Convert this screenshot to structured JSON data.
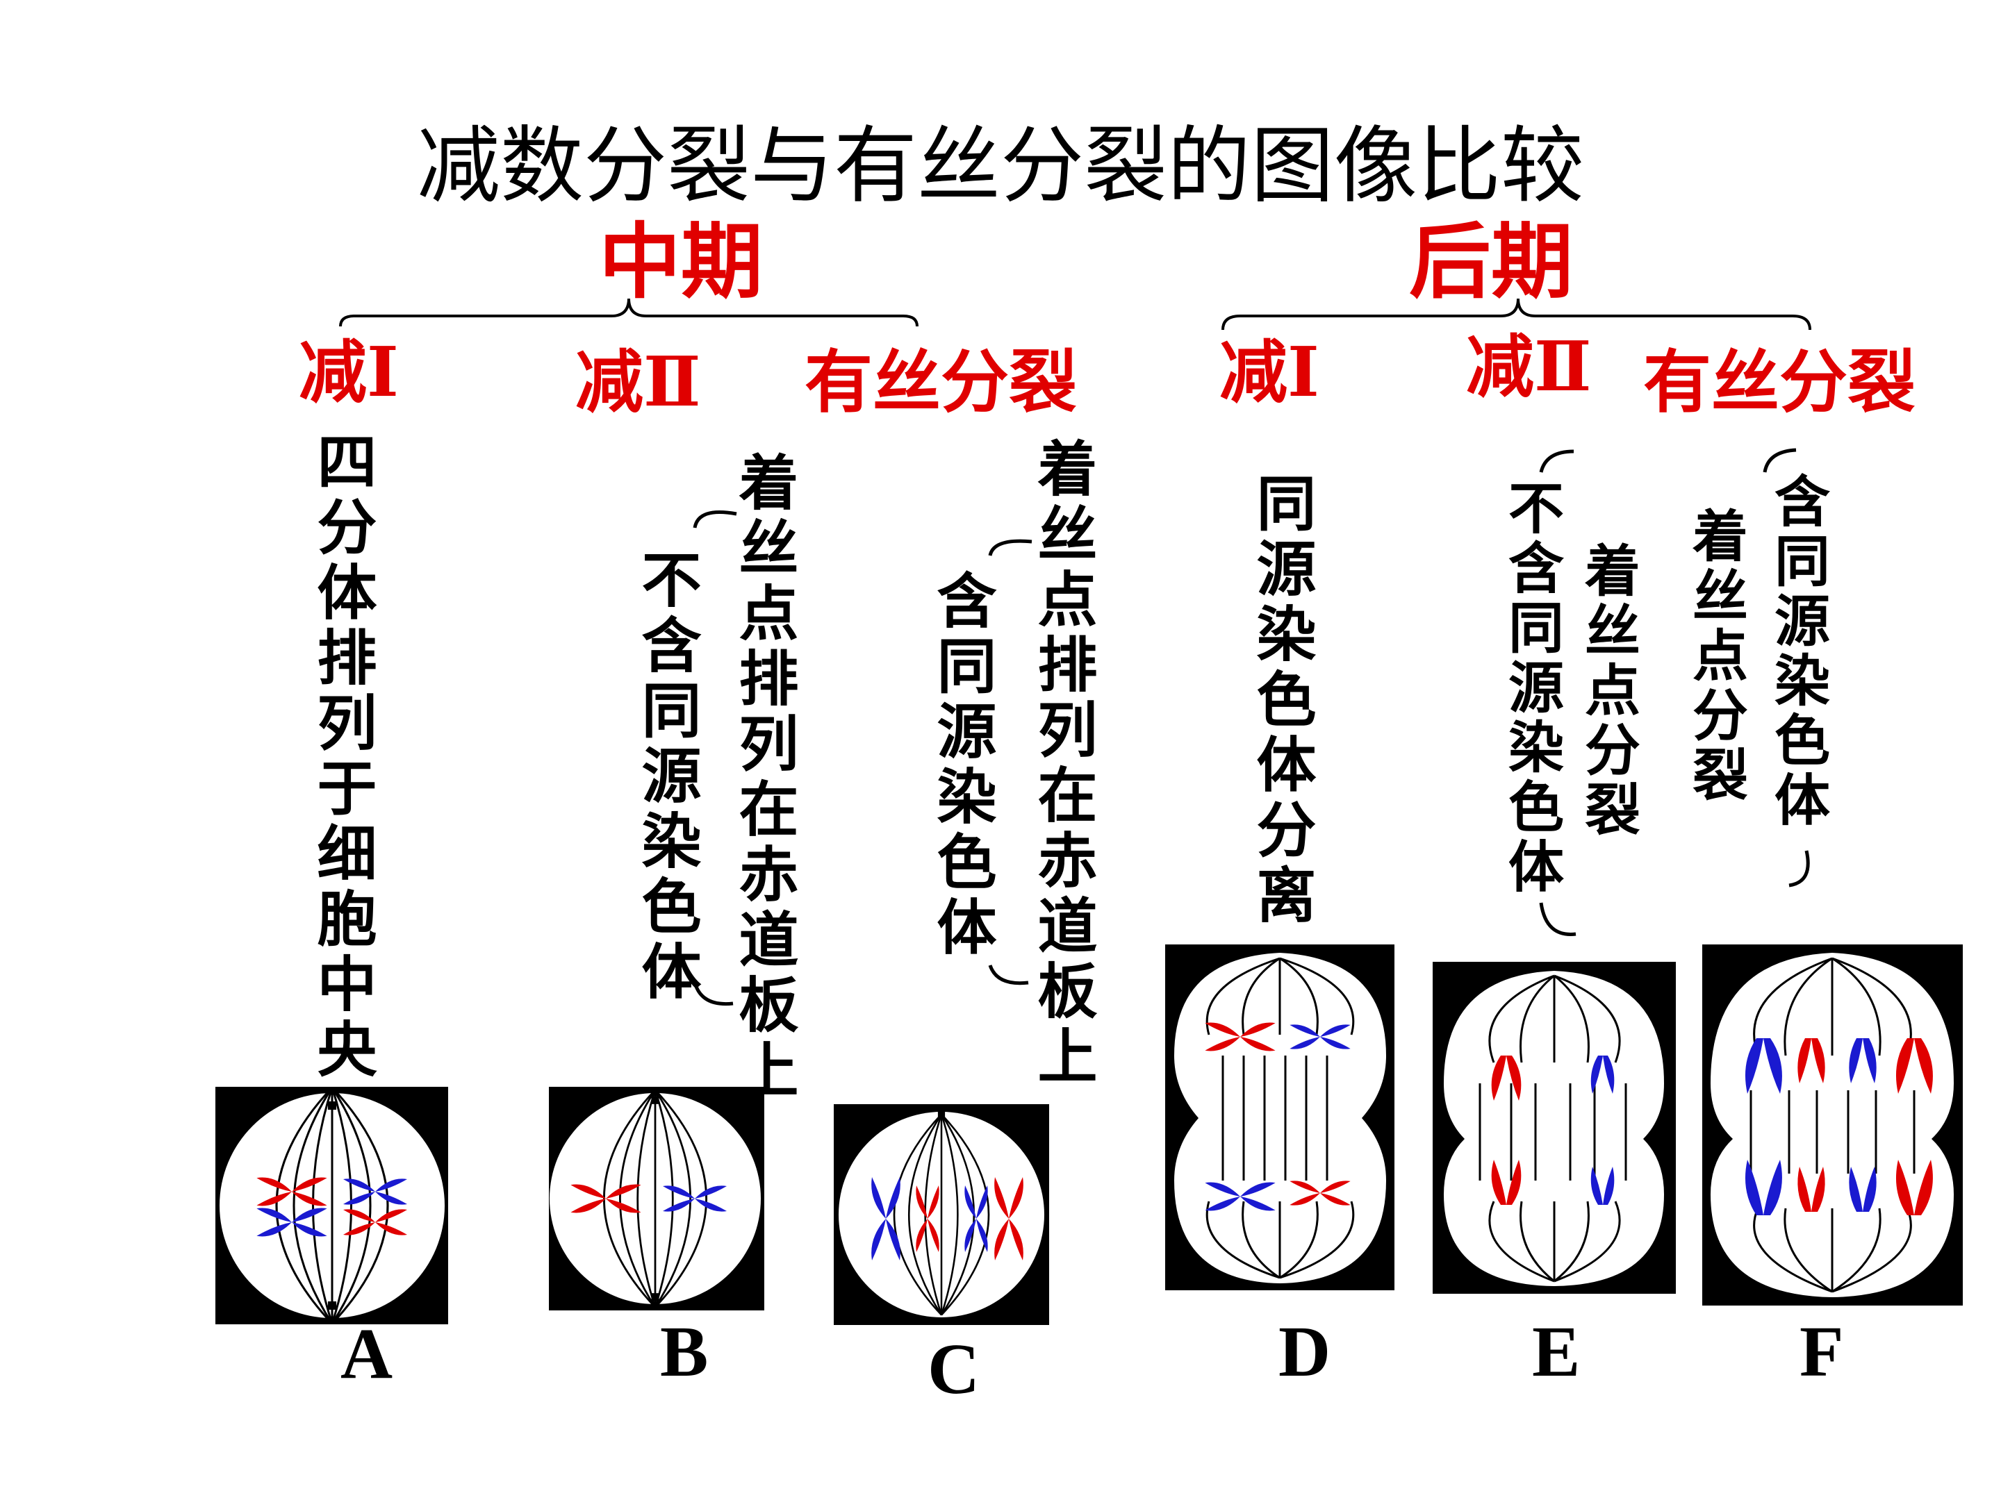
{
  "title": "减数分裂与有丝分裂的图像比较",
  "metaphase": {
    "label": "中期",
    "sub": [
      "减Ⅰ",
      "减Ⅱ",
      "有丝分裂"
    ],
    "notes": {
      "a": "四分体排列于细胞中央",
      "b_main": "着丝点排列在赤道板上",
      "b_paren": "不含同源染色体",
      "c_main": "着丝点排列在赤道板上",
      "c_paren": "含同源染色体"
    }
  },
  "anaphase": {
    "label": "后期",
    "sub": [
      "减Ⅰ",
      "减Ⅱ",
      "有丝分裂"
    ],
    "notes": {
      "d": "同源染色体分离",
      "e_main": "着丝点分裂",
      "e_paren": "不含同源染色体",
      "f_main": "着丝点分裂",
      "f_paren": "含同源染色体"
    }
  },
  "cells": [
    "A",
    "B",
    "C",
    "D",
    "E",
    "F"
  ],
  "colors": {
    "red": "#e00000",
    "blue": "#1a1ad0",
    "black": "#000000"
  }
}
